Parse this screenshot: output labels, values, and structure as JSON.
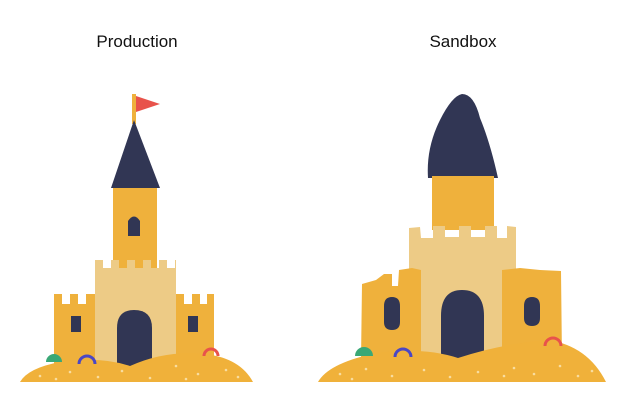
{
  "labels": {
    "production": "Production",
    "sandbox": "Sandbox"
  },
  "colors": {
    "sand": "#F0B13A",
    "castle_body": "#EFB13C",
    "castle_light": "#EDCB86",
    "roof": "#313654",
    "flag": "#E8534B",
    "flag_pole": "#EFB13C",
    "shell_green": "#3AA876",
    "shell_purple": "#4B47C4",
    "shell_red": "#E8534B",
    "speckle": "#F8DDA0"
  },
  "icons": {
    "production_castle": "neat-sandcastle-with-flag",
    "sandbox_castle": "lumpy-sandcastle"
  }
}
